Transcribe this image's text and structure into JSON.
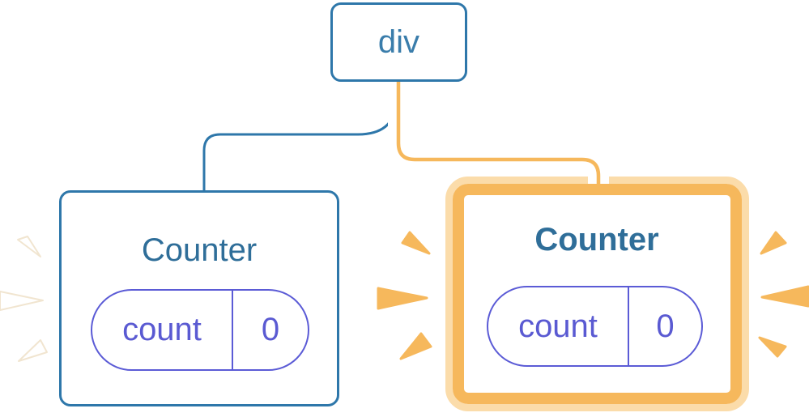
{
  "diagram": {
    "description": "React component tree: a div root with two Counter children; the right Counter is highlighted as freshly rendered",
    "root": {
      "label": "div"
    },
    "children": [
      {
        "label": "Counter",
        "highlighted": false,
        "state": {
          "key": "count",
          "value": "0"
        }
      },
      {
        "label": "Counter",
        "highlighted": true,
        "state": {
          "key": "count",
          "value": "0"
        }
      }
    ]
  },
  "decorations": {
    "left_spark_burst": "white spark wedges beside left Counter",
    "middle_spark_burst": "orange spark wedges left of highlighted Counter",
    "right_spark_burst": "orange spark wedges right of highlighted Counter"
  },
  "colors": {
    "background": "#ffffff",
    "blue_border": "#2e77aa",
    "root_text": "#3a7dab",
    "title_text": "#2f6e99",
    "state_purple": "#5b5bd6",
    "highlight_orange": "#f6b85c",
    "highlight_orange_light": "#fbdcaa",
    "spark_white": "#ffffff"
  }
}
